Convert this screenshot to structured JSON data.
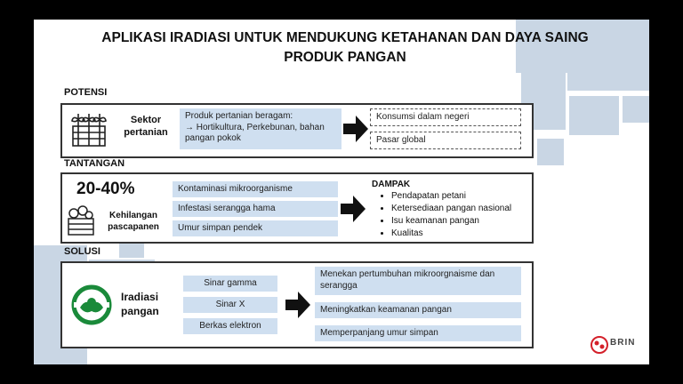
{
  "title": {
    "line1": "APLIKASI IRADIASI UNTUK MENDUKUNG KETAHANAN DAN DAYA SAING",
    "line2": "PRODUK PANGAN"
  },
  "potensi": {
    "label": "POTENSI",
    "sector_line1": "Sektor",
    "sector_line2": "pertanian",
    "product_line1": "Produk pertanian beragam:",
    "product_line2": "→ Hortikultura, Perkebunan, bahan",
    "product_line3": "pangan pokok",
    "outcomes": [
      "Konsumsi dalam negeri",
      "Pasar global"
    ]
  },
  "tantangan": {
    "label": "TANTANGAN",
    "percent": "20-40%",
    "loss_line1": "Kehilangan",
    "loss_line2": "pascapanen",
    "issues": [
      "Kontaminasi mikroorganisme",
      "Infestasi serangga hama",
      "Umur simpan pendek"
    ],
    "dampak_title": "DAMPAK",
    "dampak_items": [
      "Pendapatan petani",
      "Ketersediaan pangan nasional",
      "Isu keamanan pangan",
      "Kualitas"
    ]
  },
  "solusi": {
    "label": "SOLUSI",
    "name_line1": "Iradiasi",
    "name_line2": "pangan",
    "sources": [
      "Sinar gamma",
      "Sinar X",
      "Berkas elektron"
    ],
    "benefit1_line1": "Menekan pertumbuhan mikroorgnaisme dan",
    "benefit1_line2": "serangga",
    "benefit2": "Meningkatkan keamanan pangan",
    "benefit3": "Memperpanjang umur simpan"
  },
  "logo": {
    "text": "BRIN"
  },
  "colors": {
    "box_fill": "#cfdff0",
    "deco": "#c9d6e4",
    "radura_green": "#1a8a3a",
    "brin_red": "#d4202a"
  }
}
